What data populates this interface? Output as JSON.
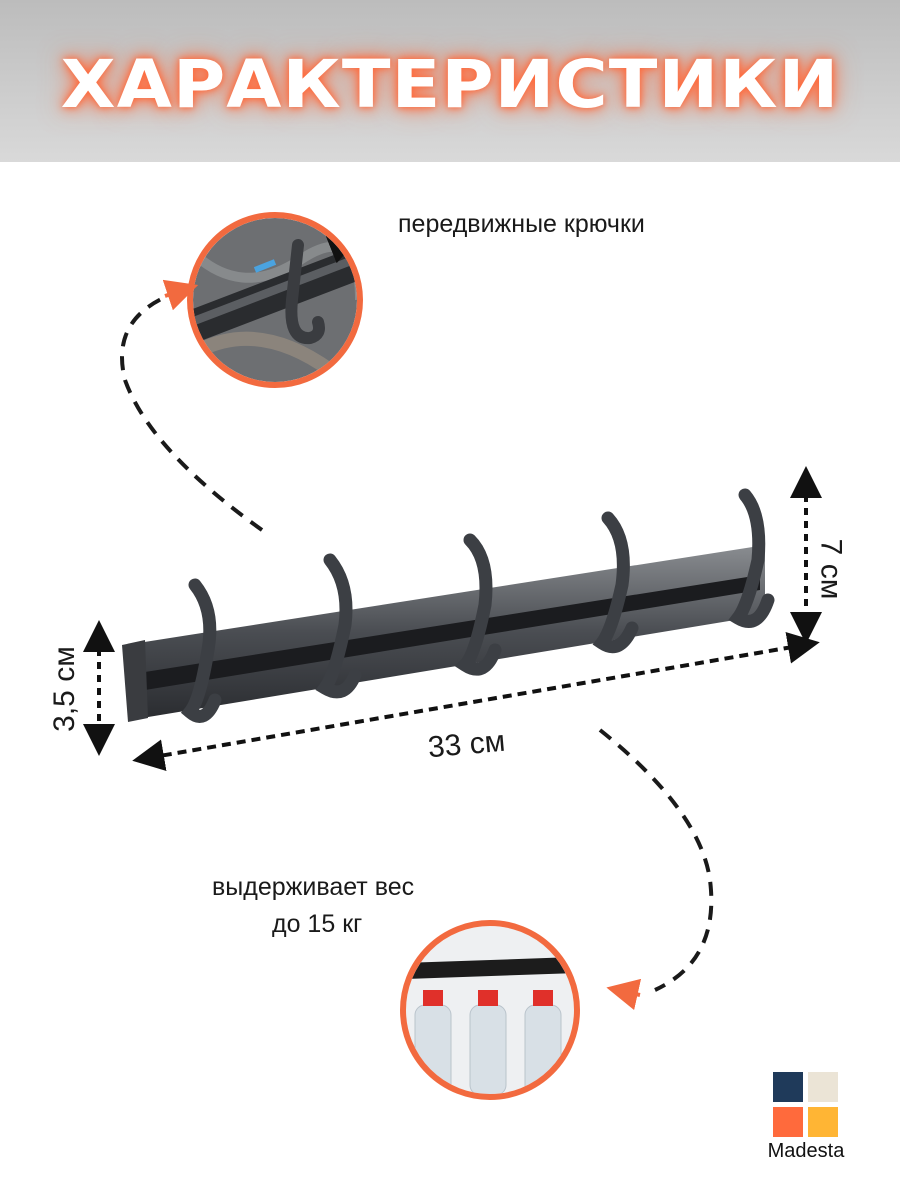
{
  "header": {
    "title": "ХАРАКТЕРИСТИКИ"
  },
  "features": {
    "movable_hooks": "передвижные крючки",
    "load_line1": "выдерживает вес",
    "load_line2": "до 15 кг"
  },
  "dimensions": {
    "height": "7 см",
    "depth": "3,5 см",
    "length": "33 см"
  },
  "brand": {
    "name": "Madesta",
    "colors": [
      "#1f3a5a",
      "#ebe4d6",
      "#ff6a3c",
      "#ffb534"
    ]
  },
  "accent_color": "#f26a3f"
}
